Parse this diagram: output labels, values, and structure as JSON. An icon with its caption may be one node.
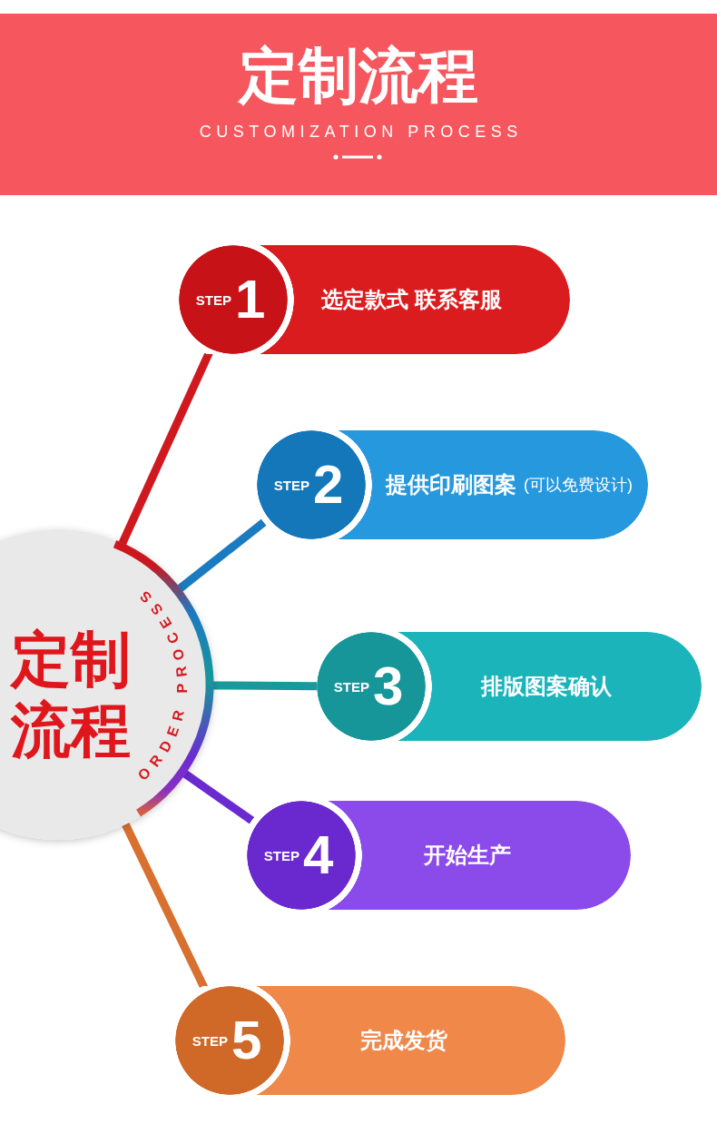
{
  "diagram": {
    "title": "定制流程",
    "labels": [
      "CUSTOMIZATION PROCESS"
    ],
    "nodes": [
      {
        "text": [
          "定制流程",
          "ORDER PROCESS"
        ]
      },
      {
        "text": [
          "STEP",
          "1"
        ]
      },
      {
        "text": [
          "选定款式 联系客服"
        ]
      },
      {
        "text": [
          "STEP",
          "2"
        ]
      },
      {
        "text": [
          "提供印刷图案",
          "(可以免费设计)"
        ]
      },
      {
        "text": [
          "STEP",
          "3"
        ]
      },
      {
        "text": [
          "排版图案确认"
        ]
      },
      {
        "text": [
          "STEP",
          "4"
        ]
      },
      {
        "text": [
          "开始生产"
        ]
      },
      {
        "text": [
          "STEP",
          "5"
        ]
      },
      {
        "text": [
          "完成发货"
        ]
      }
    ],
    "edges": [
      {
        "from": 0,
        "to": 1,
        "arrow": "none",
        "color": "#cf191e"
      },
      {
        "from": 0,
        "to": 3,
        "arrow": "none",
        "color": "#1b7bc0"
      },
      {
        "from": 0,
        "to": 5,
        "arrow": "none",
        "color": "#18999c"
      },
      {
        "from": 0,
        "to": 7,
        "arrow": "none",
        "color": "#6a2ad0"
      },
      {
        "from": 0,
        "to": 9,
        "arrow": "none",
        "color": "#d8702f"
      }
    ]
  }
}
